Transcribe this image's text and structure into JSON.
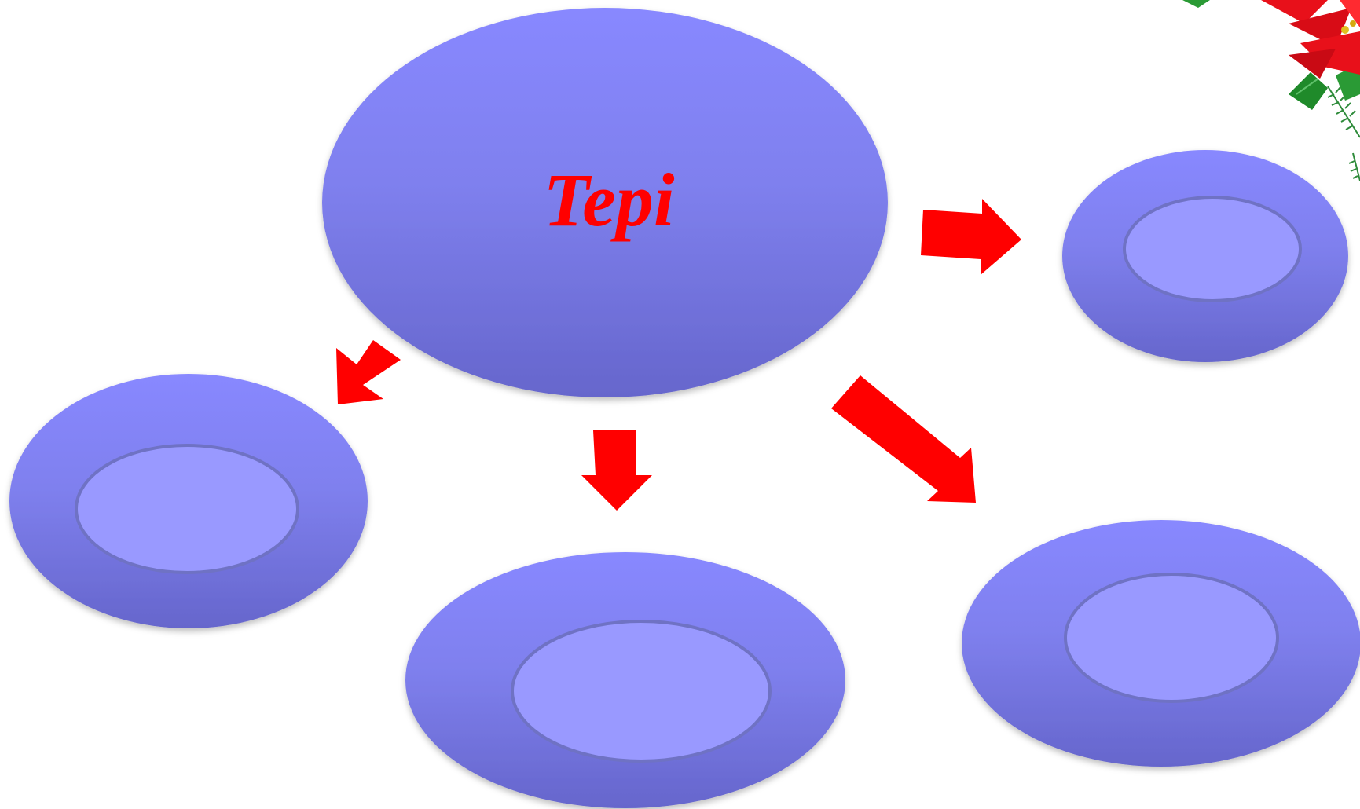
{
  "slide": {
    "background_color": "#ffffff"
  },
  "center_node": {
    "label": "Tepi",
    "label_color": "#ff0000"
  },
  "child_nodes": [
    {
      "id": "left",
      "label": ""
    },
    {
      "id": "bottom",
      "label": ""
    },
    {
      "id": "bottom-right",
      "label": ""
    },
    {
      "id": "right",
      "label": ""
    }
  ],
  "colors": {
    "node_top": "#8888ff",
    "node_bottom": "#6868cc",
    "inner_fill": "#9999ff",
    "inner_stroke": "#6f72c4",
    "arrow": "#ff0000",
    "leaf_green": "#1f8a2a",
    "poinsettia_red": "#e8101a"
  },
  "decoration": {
    "icon": "poinsettia-decoration-icon"
  }
}
